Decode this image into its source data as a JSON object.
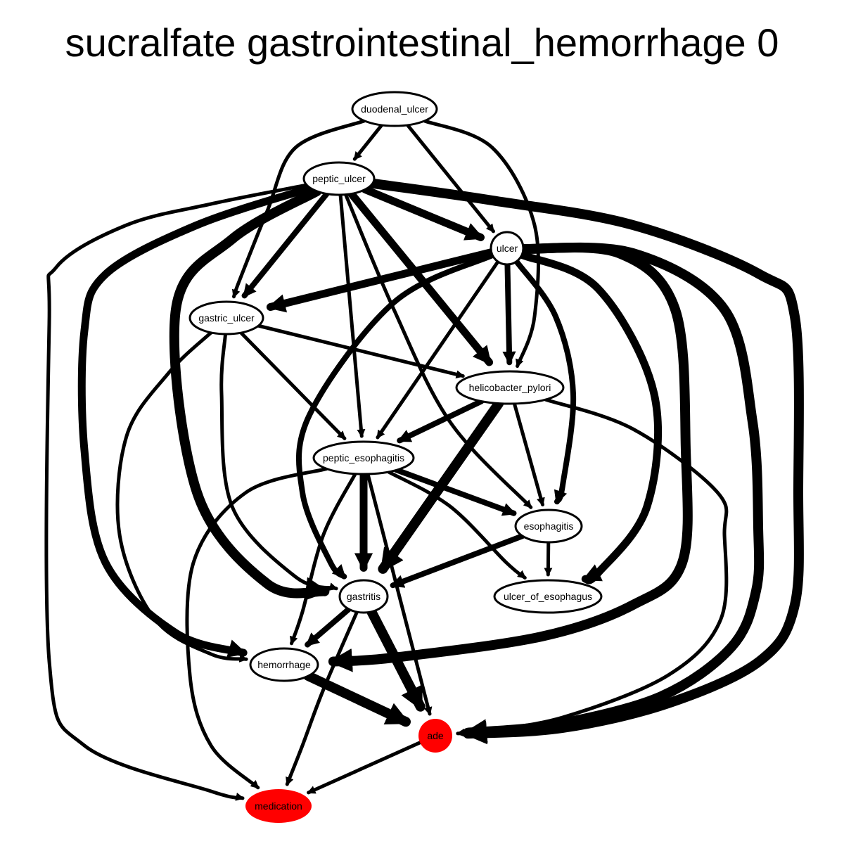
{
  "title": "sucralfate gastrointestinal_hemorrhage 0",
  "colors": {
    "edge": "#000000",
    "node_fill": "#ffffff",
    "highlight_fill": "#ff0000",
    "stroke": "#000000"
  },
  "nodes": [
    {
      "id": "duodenal_ulcer",
      "label": "duodenal_ulcer",
      "highlight": false
    },
    {
      "id": "peptic_ulcer",
      "label": "peptic_ulcer",
      "highlight": false
    },
    {
      "id": "ulcer",
      "label": "ulcer",
      "highlight": false
    },
    {
      "id": "gastric_ulcer",
      "label": "gastric_ulcer",
      "highlight": false
    },
    {
      "id": "helicobacter_pylori",
      "label": "helicobacter_pylori",
      "highlight": false
    },
    {
      "id": "peptic_esophagitis",
      "label": "peptic_esophagitis",
      "highlight": false
    },
    {
      "id": "esophagitis",
      "label": "esophagitis",
      "highlight": false
    },
    {
      "id": "gastritis",
      "label": "gastritis",
      "highlight": false
    },
    {
      "id": "ulcer_of_esophagus",
      "label": "ulcer_of_esophagus",
      "highlight": false
    },
    {
      "id": "hemorrhage",
      "label": "hemorrhage",
      "highlight": false
    },
    {
      "id": "ade",
      "label": "ade",
      "highlight": true
    },
    {
      "id": "medication",
      "label": "medication",
      "highlight": true
    }
  ],
  "edges": [
    {
      "from": "duodenal_ulcer",
      "to": "peptic_ulcer",
      "weight": 1
    },
    {
      "from": "duodenal_ulcer",
      "to": "ulcer",
      "weight": 1
    },
    {
      "from": "duodenal_ulcer",
      "to": "gastric_ulcer",
      "weight": 1
    },
    {
      "from": "duodenal_ulcer",
      "to": "helicobacter_pylori",
      "weight": 1
    },
    {
      "from": "peptic_ulcer",
      "to": "ulcer",
      "weight": 3
    },
    {
      "from": "peptic_ulcer",
      "to": "gastric_ulcer",
      "weight": 2
    },
    {
      "from": "peptic_ulcer",
      "to": "helicobacter_pylori",
      "weight": 3
    },
    {
      "from": "peptic_ulcer",
      "to": "peptic_esophagitis",
      "weight": 1
    },
    {
      "from": "peptic_ulcer",
      "to": "esophagitis",
      "weight": 1
    },
    {
      "from": "peptic_ulcer",
      "to": "gastritis",
      "weight": 4
    },
    {
      "from": "peptic_ulcer",
      "to": "hemorrhage",
      "weight": 3
    },
    {
      "from": "peptic_ulcer",
      "to": "medication",
      "weight": 1
    },
    {
      "from": "peptic_ulcer",
      "to": "ade",
      "weight": 4
    },
    {
      "from": "ulcer",
      "to": "gastric_ulcer",
      "weight": 3
    },
    {
      "from": "ulcer",
      "to": "helicobacter_pylori",
      "weight": 2
    },
    {
      "from": "ulcer",
      "to": "peptic_esophagitis",
      "weight": 1
    },
    {
      "from": "ulcer",
      "to": "esophagitis",
      "weight": 2
    },
    {
      "from": "ulcer",
      "to": "gastritis",
      "weight": 2
    },
    {
      "from": "ulcer",
      "to": "ulcer_of_esophagus",
      "weight": 3
    },
    {
      "from": "ulcer",
      "to": "hemorrhage",
      "weight": 4
    },
    {
      "from": "ulcer",
      "to": "ade",
      "weight": 4
    },
    {
      "from": "gastric_ulcer",
      "to": "helicobacter_pylori",
      "weight": 1
    },
    {
      "from": "gastric_ulcer",
      "to": "peptic_esophagitis",
      "weight": 1
    },
    {
      "from": "gastric_ulcer",
      "to": "gastritis",
      "weight": 1
    },
    {
      "from": "gastric_ulcer",
      "to": "hemorrhage",
      "weight": 1
    },
    {
      "from": "helicobacter_pylori",
      "to": "peptic_esophagitis",
      "weight": 2
    },
    {
      "from": "helicobacter_pylori",
      "to": "esophagitis",
      "weight": 1
    },
    {
      "from": "helicobacter_pylori",
      "to": "gastritis",
      "weight": 4
    },
    {
      "from": "helicobacter_pylori",
      "to": "ade",
      "weight": 1
    },
    {
      "from": "peptic_esophagitis",
      "to": "esophagitis",
      "weight": 2
    },
    {
      "from": "peptic_esophagitis",
      "to": "ulcer_of_esophagus",
      "weight": 1
    },
    {
      "from": "peptic_esophagitis",
      "to": "gastritis",
      "weight": 3
    },
    {
      "from": "peptic_esophagitis",
      "to": "hemorrhage",
      "weight": 1
    },
    {
      "from": "peptic_esophagitis",
      "to": "ade",
      "weight": 1
    },
    {
      "from": "peptic_esophagitis",
      "to": "medication",
      "weight": 1
    },
    {
      "from": "esophagitis",
      "to": "gastritis",
      "weight": 2
    },
    {
      "from": "esophagitis",
      "to": "ulcer_of_esophagus",
      "weight": 1
    },
    {
      "from": "gastritis",
      "to": "hemorrhage",
      "weight": 2
    },
    {
      "from": "gastritis",
      "to": "ade",
      "weight": 4
    },
    {
      "from": "gastritis",
      "to": "medication",
      "weight": 1
    },
    {
      "from": "hemorrhage",
      "to": "ade",
      "weight": 4
    },
    {
      "from": "ade",
      "to": "medication",
      "weight": 1
    }
  ]
}
